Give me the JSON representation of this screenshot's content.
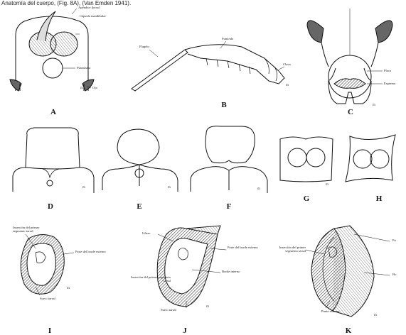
{
  "caption": "Anatomía del cuerpo, (Fig. 8A), (Van Emden 1941).",
  "panels": {
    "A": {
      "letter": "A",
      "labels": [
        "Apéndice dorsal",
        "Cápsula mandibular",
        "Psamaseta",
        "Ojo"
      ]
    },
    "B": {
      "letter": "B",
      "labels": [
        "Flagelo",
        "Funículo",
        "Clava"
      ]
    },
    "C": {
      "letter": "C",
      "labels": [
        "Placa",
        "Esperma"
      ]
    },
    "D": {
      "letter": "D"
    },
    "E": {
      "letter": "E"
    },
    "F": {
      "letter": "F"
    },
    "G": {
      "letter": "G"
    },
    "H": {
      "letter": "H"
    },
    "I": {
      "letter": "I",
      "labels": [
        "Inserción del primer segmento tarsal",
        "Parte del borde externo",
        "Surco tarsal"
      ]
    },
    "J": {
      "letter": "J",
      "labels": [
        "Uñero",
        "Parte del borde externo",
        "Inserción del primer segmento tarsal",
        "Borde interno",
        "Surco tarsal"
      ]
    },
    "K": {
      "letter": "K",
      "labels": [
        "Inserción del primer segmento tarsal",
        "Punta externa",
        "Pu",
        "Bo"
      ]
    }
  },
  "scale_mark": "m"
}
